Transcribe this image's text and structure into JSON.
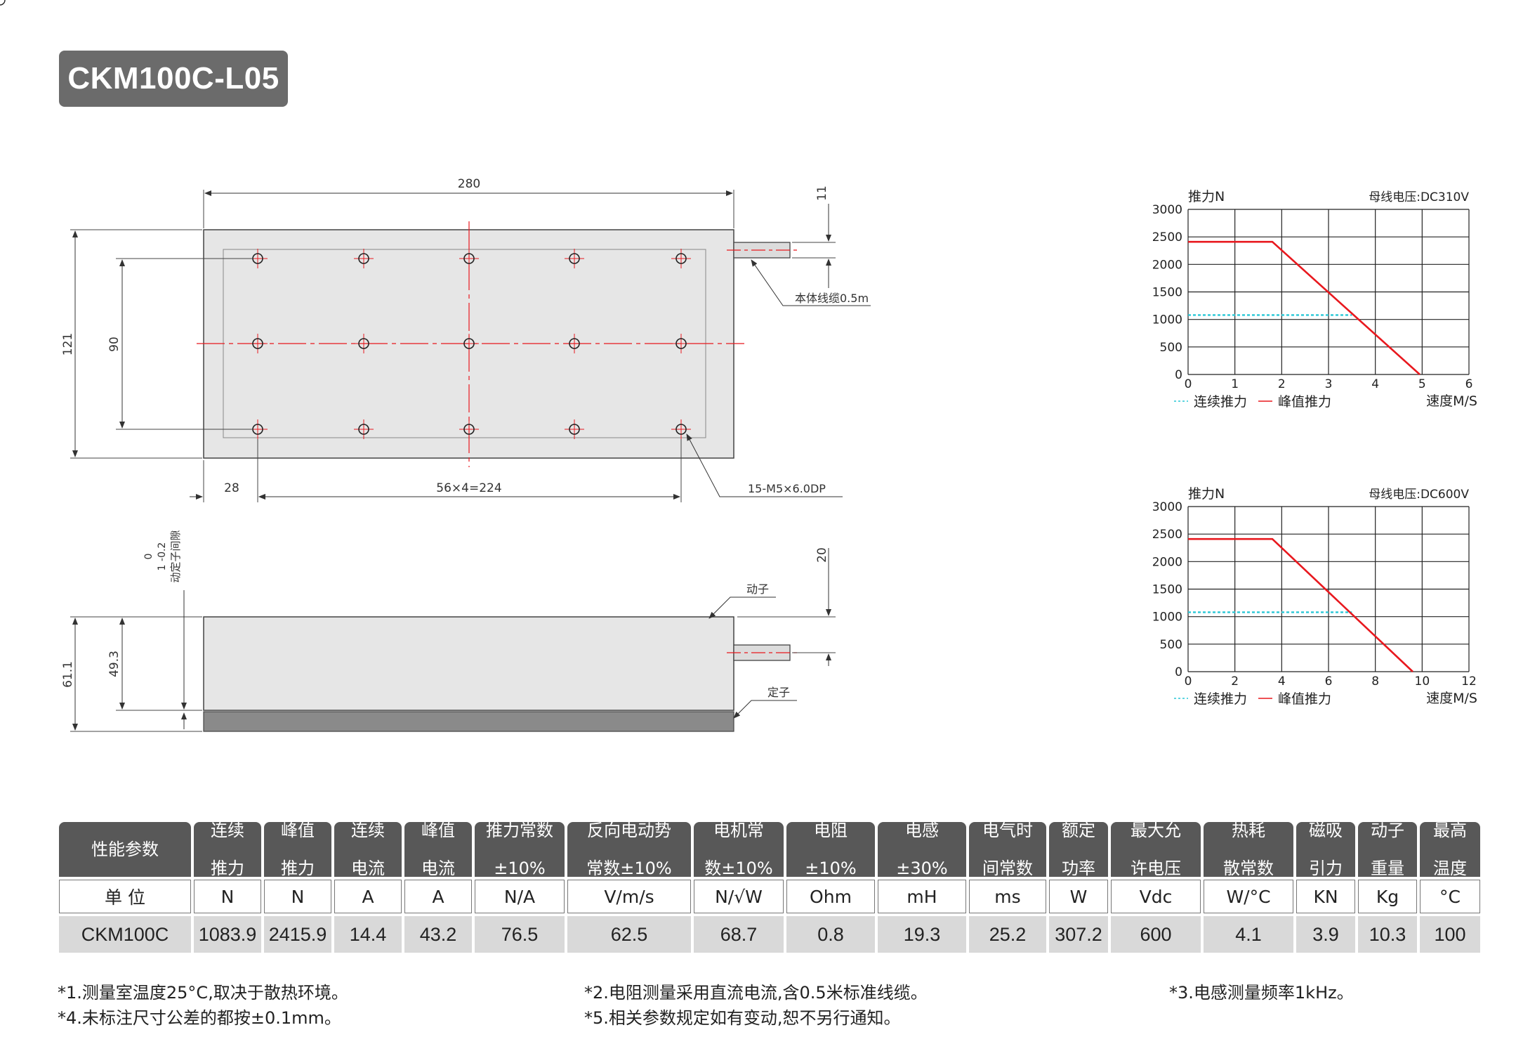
{
  "title": "CKM100C-L05",
  "drawing": {
    "dim_280": "280",
    "dim_11": "11",
    "dim_121": "121",
    "dim_90": "90",
    "dim_28": "28",
    "dim_224": "56×4=224",
    "label_cable": "本体线缆0.5m",
    "label_holes": "15-M5×6.0DP",
    "label_gap_top": "0",
    "label_gap_mid": "1 -0.2",
    "label_gap": "动定子间隙",
    "dim_20": "20",
    "label_mover": "动子",
    "label_stator": "定子",
    "dim_61_1": "61.1",
    "dim_49_3": "49.3"
  },
  "chart_data": [
    {
      "type": "line",
      "ylabel": "推力N",
      "voltage": "母线电压:DC310V",
      "xlabel": "速度M/S",
      "xlim": [
        0,
        6
      ],
      "ylim": [
        0,
        3000
      ],
      "xticks": [
        "0",
        "1",
        "2",
        "3",
        "4",
        "5",
        "6"
      ],
      "yticks": [
        "0",
        "500",
        "1000",
        "1500",
        "2000",
        "2500",
        "3000"
      ],
      "grid": true,
      "legend_position": "bottom-left",
      "series": [
        {
          "name": "连续推力",
          "color": "#29c7d6",
          "style": "dashed",
          "x": [
            0,
            3.5
          ],
          "y": [
            1080,
            1080
          ]
        },
        {
          "name": "峰值推力",
          "color": "#e8181e",
          "style": "solid",
          "x": [
            0,
            1.8,
            4.95
          ],
          "y": [
            2410,
            2410,
            0
          ]
        }
      ]
    },
    {
      "type": "line",
      "ylabel": "推力N",
      "voltage": "母线电压:DC600V",
      "xlabel": "速度M/S",
      "xlim": [
        0,
        12
      ],
      "ylim": [
        0,
        3000
      ],
      "xticks": [
        "0",
        "2",
        "4",
        "6",
        "8",
        "10",
        "12"
      ],
      "yticks": [
        "0",
        "500",
        "1000",
        "1500",
        "2000",
        "2500",
        "3000"
      ],
      "grid": true,
      "legend_position": "bottom-left",
      "series": [
        {
          "name": "连续推力",
          "color": "#29c7d6",
          "style": "dashed",
          "x": [
            0,
            7
          ],
          "y": [
            1080,
            1080
          ]
        },
        {
          "name": "峰值推力",
          "color": "#e8181e",
          "style": "solid",
          "x": [
            0,
            3.6,
            9.6
          ],
          "y": [
            2410,
            2410,
            0
          ]
        }
      ]
    }
  ],
  "table": {
    "headers": [
      [
        "性能参数"
      ],
      [
        "连续",
        "推力"
      ],
      [
        "峰值",
        "推力"
      ],
      [
        "连续",
        "电流"
      ],
      [
        "峰值",
        "电流"
      ],
      [
        "推力常数",
        "±10%"
      ],
      [
        "反向电动势",
        "常数±10%"
      ],
      [
        "电机常",
        "数±10%"
      ],
      [
        "电阻",
        "±10%"
      ],
      [
        "电感",
        "±30%"
      ],
      [
        "电气时",
        "间常数"
      ],
      [
        "额定",
        "功率"
      ],
      [
        "最大允",
        "许电压"
      ],
      [
        "热耗",
        "散常数"
      ],
      [
        "磁吸",
        "引力"
      ],
      [
        "动子",
        "重量"
      ],
      [
        "最高",
        "温度"
      ]
    ],
    "units": [
      "单 位",
      "N",
      "N",
      "A",
      "A",
      "N/A",
      "V/m/s",
      "N/√W",
      "Ohm",
      "mH",
      "ms",
      "W",
      "Vdc",
      "W/°C",
      "KN",
      "Kg",
      "°C"
    ],
    "values": [
      "CKM100C",
      "1083.9",
      "2415.9",
      "14.4",
      "43.2",
      "76.5",
      "62.5",
      "68.7",
      "0.8",
      "19.3",
      "25.2",
      "307.2",
      "600",
      "4.1",
      "3.9",
      "10.3",
      "100"
    ]
  },
  "notes": {
    "n1": "*1.测量室温度25°C,取决于散热环境。",
    "n2": "*2.电阻测量采用直流电流,含0.5米标准线缆。",
    "n3": "*3.电感测量频率1kHz。",
    "n4": "*4.未标注尺寸公差的都按±0.1mm。",
    "n5": "*5.相关参数规定如有变动,恕不另行通知。"
  }
}
